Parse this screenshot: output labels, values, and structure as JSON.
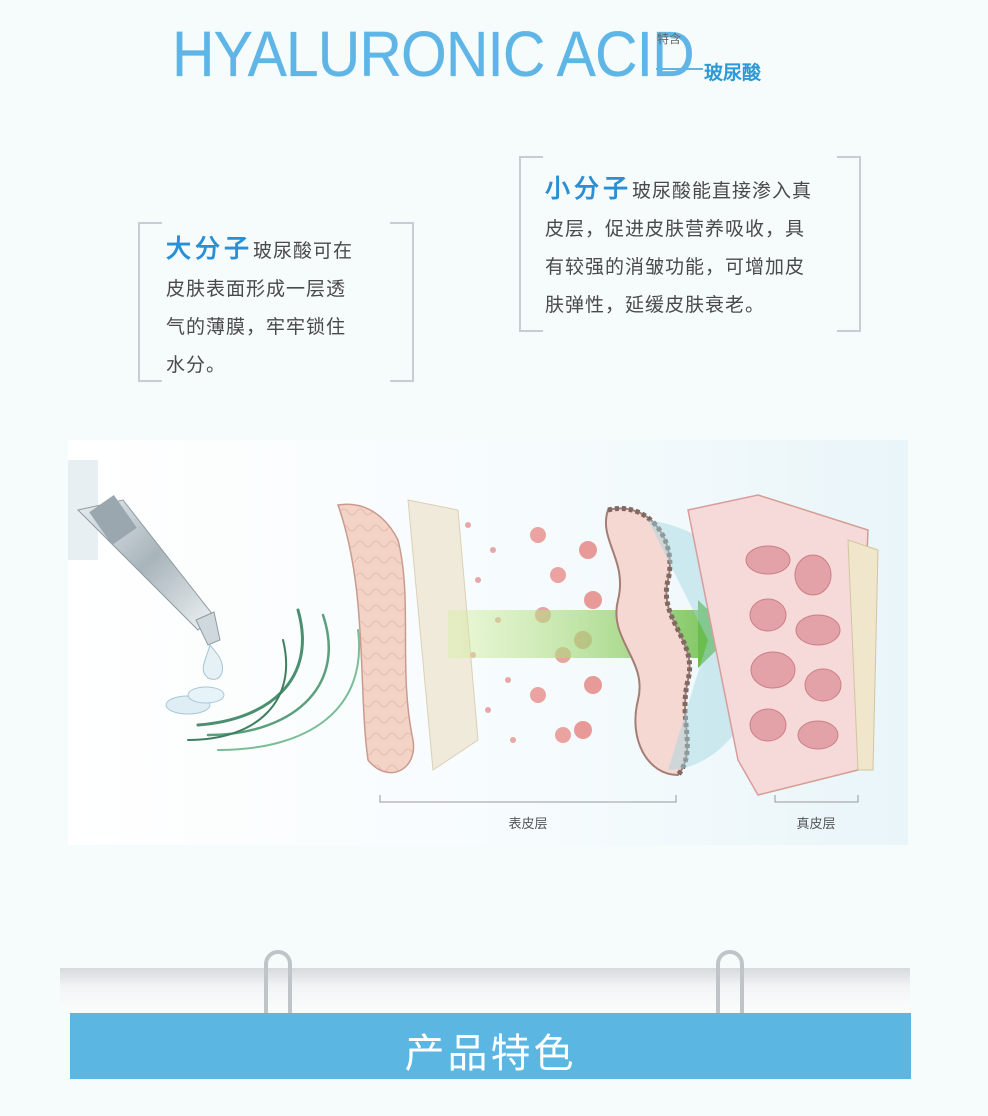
{
  "header": {
    "title_en": "HYALURONIC ACID",
    "small_tag": "特含",
    "title_cn": "玻尿酸"
  },
  "box_large": {
    "highlight": "大分子",
    "lines": [
      "玻尿酸可在",
      "皮肤表面形成一层透",
      "气的薄膜，牢牢锁住",
      "水分。"
    ]
  },
  "box_small": {
    "highlight": "小分子",
    "lines": [
      "玻尿酸能直接渗入真",
      "皮层，促进皮肤营养吸收，具",
      "有较强的消皱功能，可增加皮",
      "肤弹性，延缓皮肤衰老。"
    ]
  },
  "diagram": {
    "label_epidermis": "表皮层",
    "label_dermis": "真皮层"
  },
  "footer": {
    "banner_text": "产品特色"
  }
}
